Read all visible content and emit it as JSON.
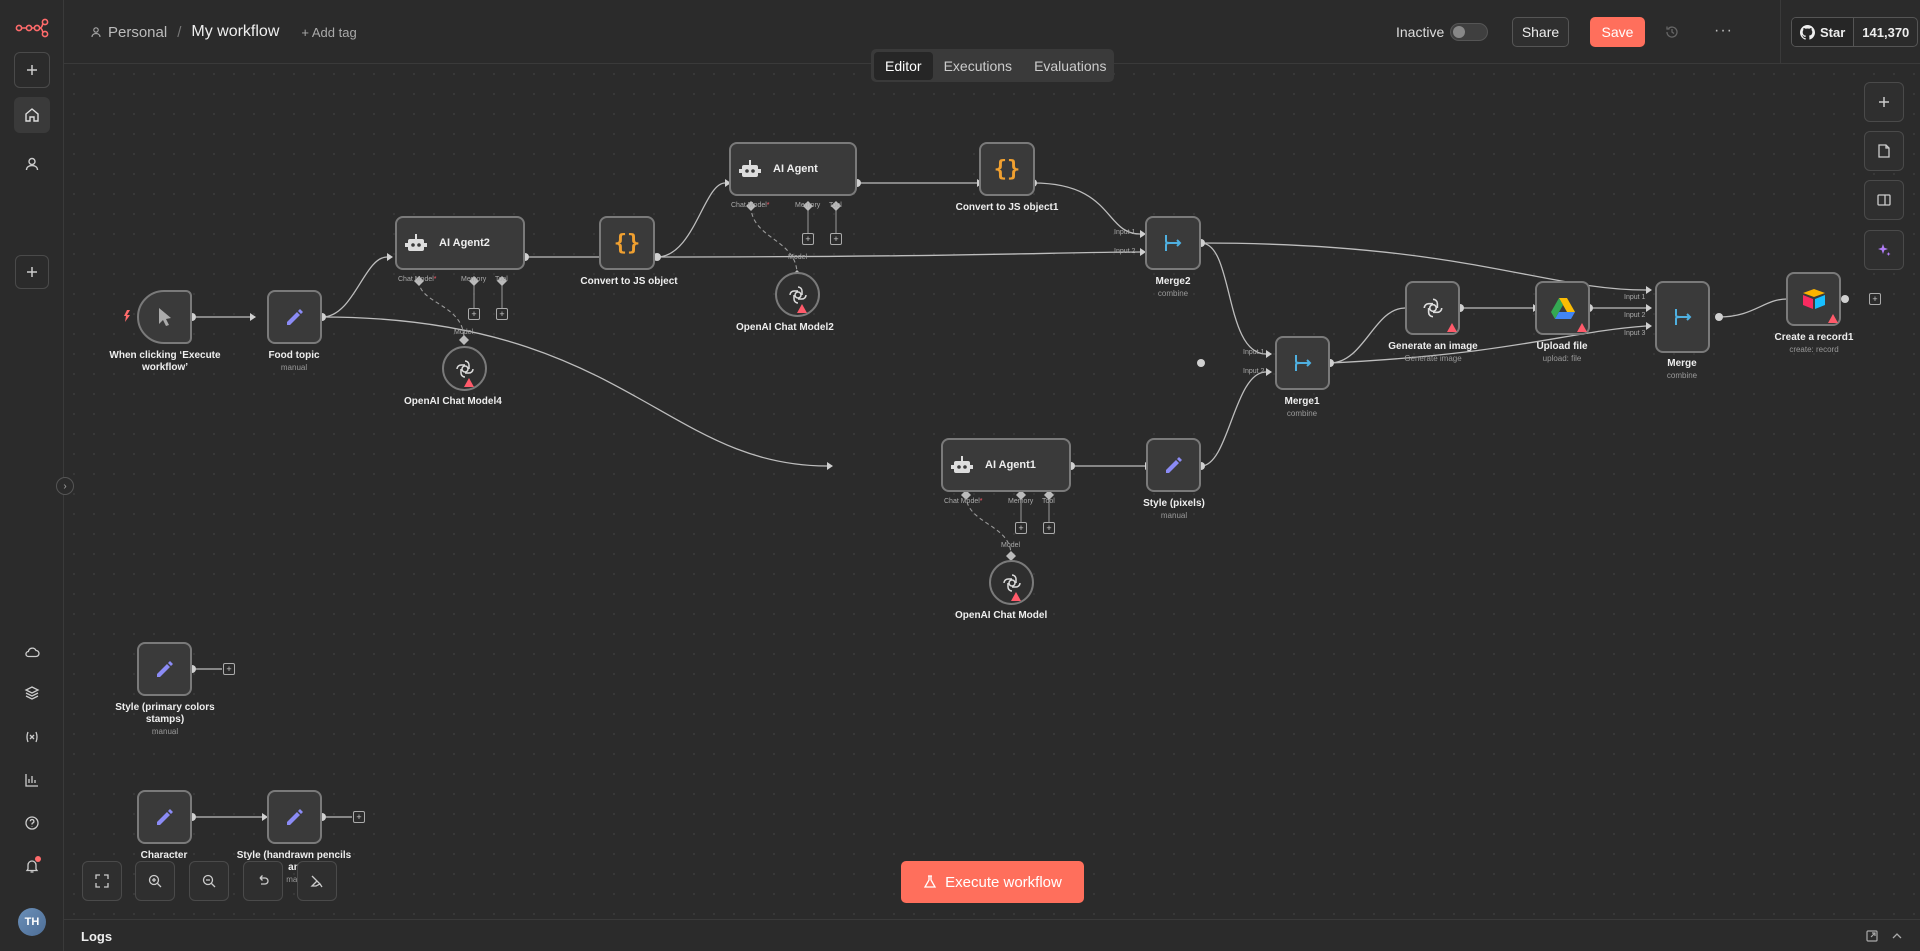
{
  "header": {
    "project": "Personal",
    "workflow_name": "My workflow",
    "add_tag": "+ Add tag",
    "status": "Inactive",
    "share": "Share",
    "save": "Save",
    "github_star": "Star",
    "github_count": "141,370"
  },
  "tabs": [
    "Editor",
    "Executions",
    "Evaluations"
  ],
  "nodes": {
    "trigger": {
      "label": "When clicking ‘Execute workflow’"
    },
    "food_topic": {
      "label": "Food topic",
      "sub": "manual"
    },
    "ai_agent2": {
      "name": "AI Agent2",
      "chat_model": "Chat Model",
      "memory": "Memory",
      "tool": "Tool"
    },
    "convert_js": {
      "label": "Convert to JS object"
    },
    "ai_agent": {
      "name": "AI Agent",
      "chat_model": "Chat Model",
      "memory": "Memory",
      "tool": "Tool"
    },
    "convert_js1": {
      "label": "Convert to JS object1"
    },
    "openai4": {
      "label": "OpenAI Chat Model4",
      "model": "Model"
    },
    "openai2": {
      "label": "OpenAI Chat Model2",
      "model": "Model"
    },
    "merge2": {
      "label": "Merge2",
      "sub": "combine",
      "input1": "Input 1",
      "input2": "Input 2"
    },
    "merge1": {
      "label": "Merge1",
      "sub": "combine",
      "input1": "Input 1",
      "input2": "Input 2"
    },
    "generate_image": {
      "label": "Generate an image",
      "sub": "Generate image"
    },
    "upload_file": {
      "label": "Upload file",
      "sub": "upload: file"
    },
    "merge": {
      "label": "Merge",
      "sub": "combine",
      "input1": "Input 1",
      "input2": "Input 2",
      "input3": "Input 3"
    },
    "create_record": {
      "label": "Create a record1",
      "sub": "create: record"
    },
    "ai_agent1": {
      "name": "AI Agent1",
      "chat_model": "Chat Model",
      "memory": "Memory",
      "tool": "Tool"
    },
    "style_pixels": {
      "label": "Style (pixels)",
      "sub": "manual"
    },
    "openai_model": {
      "label": "OpenAI Chat Model",
      "model": "Model"
    },
    "style_stamps": {
      "label": "Style (primary colors stamps)",
      "sub": "manual"
    },
    "character": {
      "label": "Character"
    },
    "style_pencils": {
      "label": "Style (handrawn pencils an",
      "sub": "man"
    }
  },
  "execute_button": "Execute workflow",
  "logs_label": "Logs",
  "user_initials": "TH",
  "colors": {
    "accent": "#ff6f5c",
    "warning": "#ff5a6a",
    "canvas": "#2b2b2b",
    "node_border": "#7a7a7a"
  }
}
